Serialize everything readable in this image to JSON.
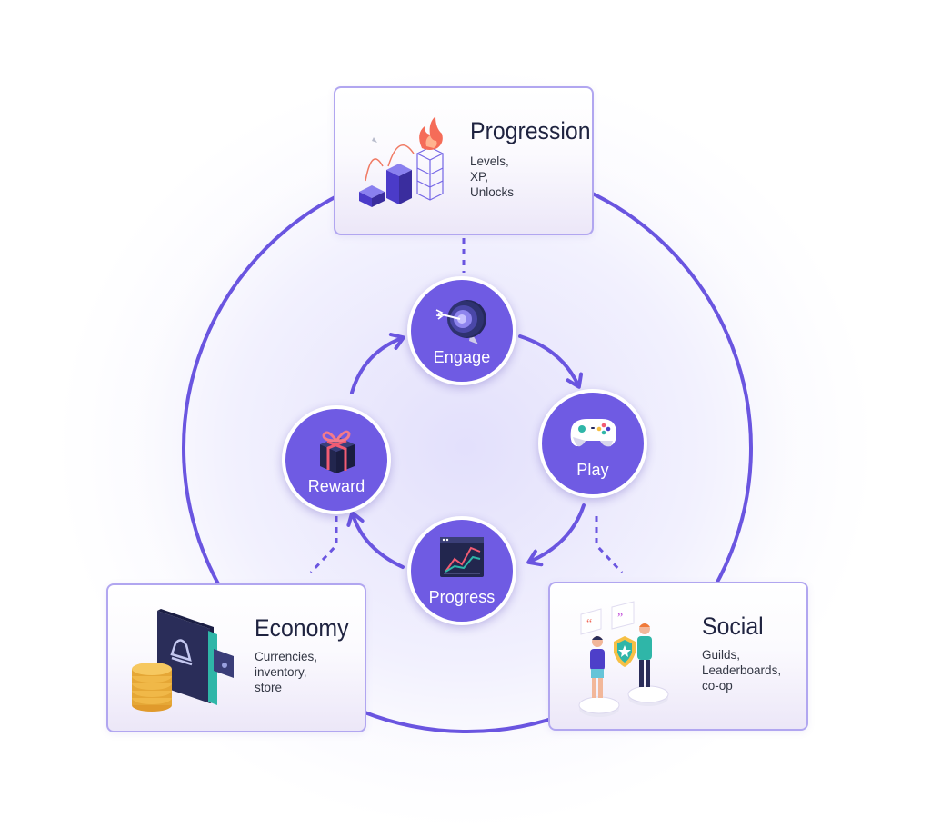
{
  "colors": {
    "accent": "#6f5be3",
    "ring": "#6a55e0",
    "card_border": "#b1a6f0",
    "title_text": "#1f2340"
  },
  "loop_nodes": [
    {
      "label": "Engage",
      "icon": "target-icon"
    },
    {
      "label": "Play",
      "icon": "gamepad-icon"
    },
    {
      "label": "Progress",
      "icon": "chart-icon"
    },
    {
      "label": "Reward",
      "icon": "gift-icon"
    }
  ],
  "cards": {
    "progression": {
      "title": "Progression",
      "desc": "Levels,\nXP,\nUnlocks",
      "icon": "level-blocks-icon"
    },
    "economy": {
      "title": "Economy",
      "desc": "Currencies,\ninventory,\nstore",
      "icon": "wallet-icon"
    },
    "social": {
      "title": "Social",
      "desc": "Guilds,\nLeaderboards,\nco-op",
      "icon": "people-icon"
    }
  }
}
